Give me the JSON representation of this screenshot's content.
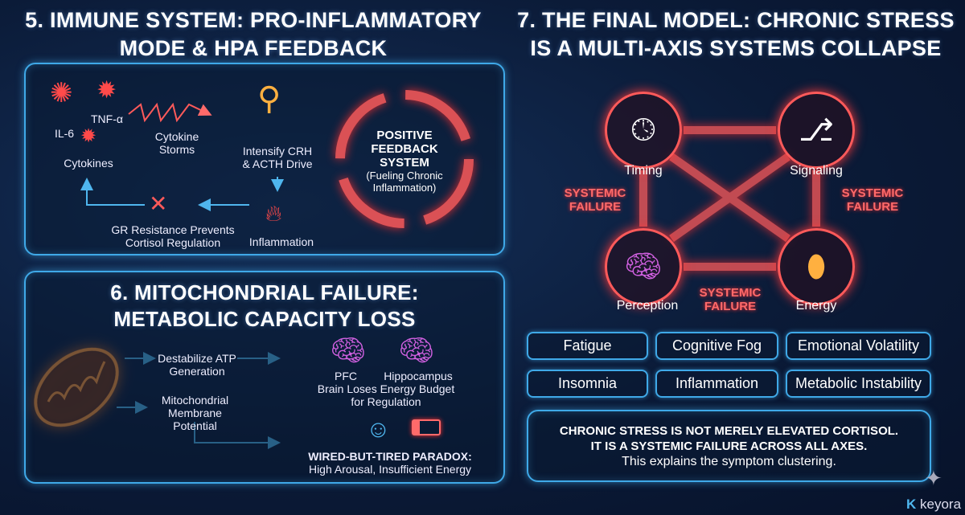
{
  "section5": {
    "title_line1": "5. IMMUNE SYSTEM: PRO-INFLAMMATORY",
    "title_line2": "MODE & HPA FEEDBACK",
    "il6": "IL-6",
    "tnf": "TNF-α",
    "cytokines": "Cytokines",
    "storms_line1": "Cytokine",
    "storms_line2": "Storms",
    "crh_line1": "Intensify CRH",
    "crh_line2": "& ACTH Drive",
    "inflammation": "Inflammation",
    "gr_line1": "GR Resistance Prevents",
    "gr_line2": "Cortisol Regulation",
    "loop_line1": "POSITIVE",
    "loop_line2": "FEEDBACK",
    "loop_line3": "SYSTEM",
    "loop_sub1": "(Fueling Chronic",
    "loop_sub2": "Inflammation)"
  },
  "section6": {
    "title_line1": "6. MITOCHONDRIAL FAILURE:",
    "title_line2": "METABOLIC CAPACITY LOSS",
    "atp_line1": "Destabilize ATP",
    "atp_line2": "Generation",
    "mmp_line1": "Mitochondrial",
    "mmp_line2": "Membrane Potential",
    "pfc": "PFC",
    "hippocampus": "Hippocampus",
    "brain_line1": "Brain Loses Energy Budget",
    "brain_line2": "for Regulation",
    "paradox_title": "WIRED-BUT-TIRED PARADOX:",
    "paradox_sub": "High Arousal, Insufficient Energy"
  },
  "section7": {
    "title_line1": "7. THE FINAL MODEL: CHRONIC STRESS",
    "title_line2": "IS A MULTI-AXIS SYSTEMS COLLAPSE",
    "nodes": [
      "Timing",
      "Signaling",
      "Perception",
      "Energy"
    ],
    "failure_line1": "SYSTEMIC",
    "failure_line2": "FAILURE",
    "symptoms": [
      "Fatigue",
      "Cognitive Fog",
      "Emotional Volatility",
      "Insomnia",
      "Inflammation",
      "Metabolic Instability"
    ],
    "conclusion_line1": "CHRONIC STRESS IS NOT MERELY ELEVATED CORTISOL.",
    "conclusion_line2": "IT IS A SYSTEMIC FAILURE ACROSS ALL AXES.",
    "conclusion_line3": "This explains the symptom clustering."
  },
  "brand": "keyora",
  "colors": {
    "accent": "#3fa9e8",
    "alert": "#ff5a5a",
    "background": "#0b1b38"
  }
}
